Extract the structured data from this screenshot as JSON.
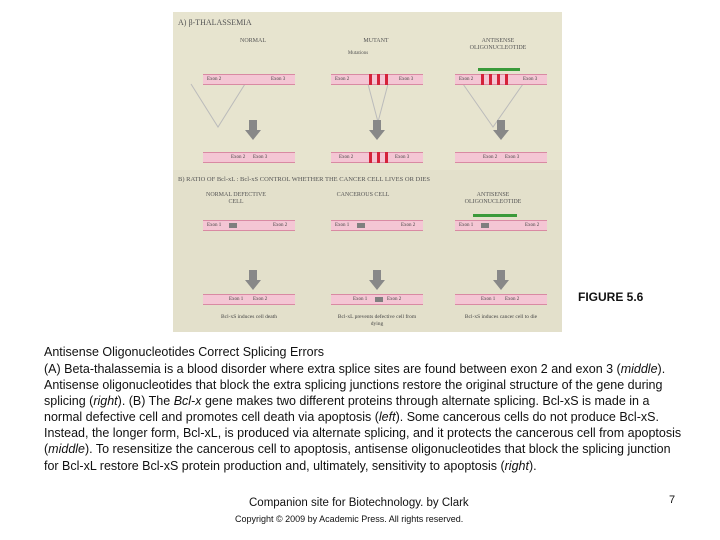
{
  "figure": {
    "panel_a": {
      "label": "A) β-THALASSEMIA",
      "columns": [
        {
          "title": "NORMAL",
          "top": [
            "Exon 2",
            "Exon 3"
          ],
          "bottom": [
            "Exon 2",
            "Exon 3"
          ]
        },
        {
          "title": "MUTANT",
          "note": "Mutations",
          "top": [
            "Exon 2",
            "Exon 3"
          ],
          "bottom": [
            "Exon 2",
            "Exon 3"
          ]
        },
        {
          "title": "ANTISENSE OLIGONUCLEOTIDE",
          "top": [
            "Exon 2",
            "Exon 3"
          ],
          "bottom": [
            "Exon 2",
            "Exon 3"
          ]
        }
      ]
    },
    "panel_b": {
      "label": "B) RATIO OF Bcl-xL : Bcl-xS CONTROL WHETHER THE CANCER CELL LIVES OR DIES",
      "columns": [
        {
          "title": "NORMAL DEFECTIVE CELL",
          "top": [
            "Exon 1",
            "Exon 2"
          ],
          "bottom": [
            "Exon 1",
            "Exon 2"
          ],
          "caption": "Bcl-xS induces cell death"
        },
        {
          "title": "CANCEROUS CELL",
          "top": [
            "Exon 1",
            "Exon 2"
          ],
          "bottom": [
            "Exon 1",
            "Exon 2"
          ],
          "caption": "Bcl-xL prevents defective cell from dying"
        },
        {
          "title": "ANTISENSE OLIGONUCLEOTIDE",
          "top": [
            "Exon 1",
            "Exon 2"
          ],
          "bottom": [
            "Exon 1",
            "Exon 2"
          ],
          "caption": "Bcl-xS induces cancer cell to die"
        }
      ]
    }
  },
  "figure_label": "FIGURE 5.6",
  "caption_title": "Antisense Oligonucleotides Correct Splicing Errors",
  "caption_body": {
    "p1": " (A) Beta-thalassemia is a blood disorder where extra splice sites are found between exon 2 and exon 3 (",
    "p1_em": "middle",
    "p2": "). Antisense oligonucleotides that block the extra splicing junctions restore the original structure of the gene during splicing (",
    "p2_em": "right",
    "p3": "). (B) The ",
    "p3_em": "Bcl-x",
    "p4": " gene makes two different proteins through alternate splicing. Bcl-xS is made in a normal defective cell and promotes cell death via apoptosis (",
    "p4_em": "left",
    "p5": "). Some cancerous cells do not produce Bcl-xS. Instead, the longer form, Bcl-xL, is produced via alternate splicing, and it protects the cancerous cell from apoptosis (",
    "p5_em": "middle",
    "p6": "). To resensitize the cancerous cell to apoptosis, antisense oligonucleotides that block the splicing junction for Bcl-xL restore Bcl-xS protein production and, ultimately, sensitivity to apoptosis (",
    "p6_em": "right",
    "p7": ")."
  },
  "footer": {
    "companion": "Companion site for Biotechnology. by Clark",
    "copyright": "Copyright © 2009 by Academic Press. All rights reserved.",
    "page_number": "7"
  }
}
